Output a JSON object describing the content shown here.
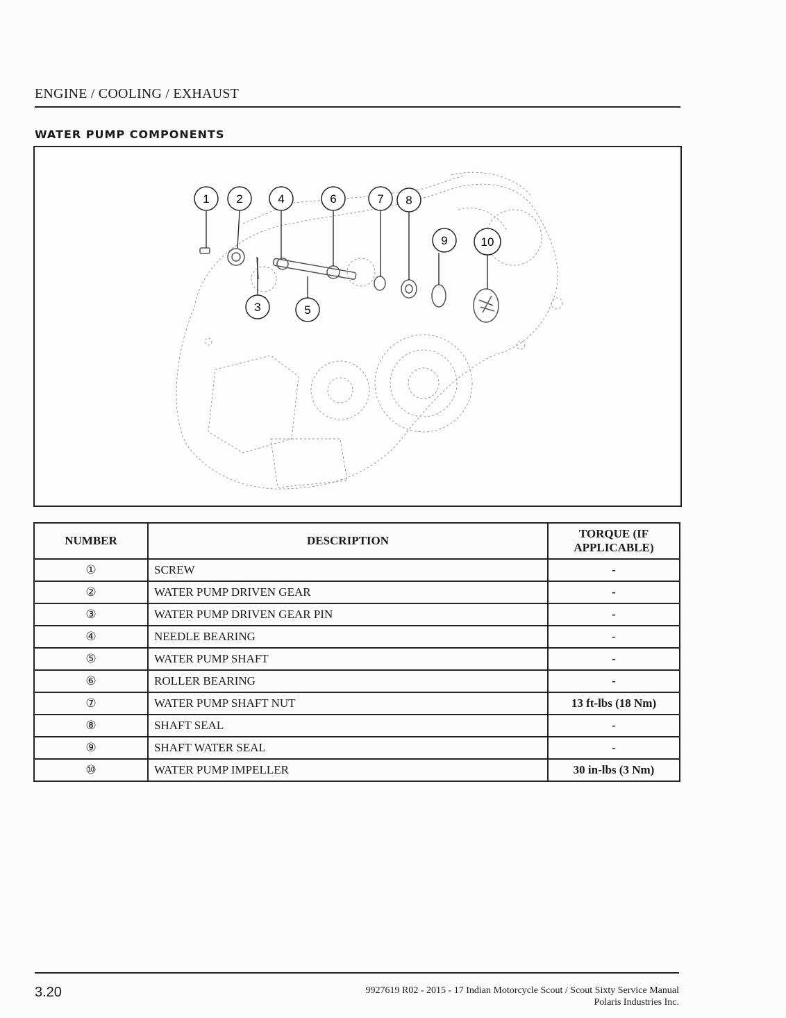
{
  "header": {
    "title": "ENGINE / COOLING / EXHAUST"
  },
  "section": {
    "title": "WATER PUMP COMPONENTS"
  },
  "figure": {
    "callouts": [
      "1",
      "2",
      "3",
      "4",
      "5",
      "6",
      "7",
      "8",
      "9",
      "10"
    ]
  },
  "table": {
    "headers": {
      "number": "NUMBER",
      "description": "DESCRIPTION",
      "torque": "TORQUE (IF APPLICABLE)"
    },
    "rows": [
      {
        "number": "①",
        "description": "SCREW",
        "torque": "-"
      },
      {
        "number": "②",
        "description": "WATER PUMP DRIVEN GEAR",
        "torque": "-"
      },
      {
        "number": "③",
        "description": "WATER PUMP DRIVEN GEAR PIN",
        "torque": "-"
      },
      {
        "number": "④",
        "description": "NEEDLE BEARING",
        "torque": "-"
      },
      {
        "number": "⑤",
        "description": "WATER PUMP SHAFT",
        "torque": "-"
      },
      {
        "number": "⑥",
        "description": "ROLLER BEARING",
        "torque": "-"
      },
      {
        "number": "⑦",
        "description": "WATER PUMP SHAFT NUT",
        "torque": "13 ft-lbs (18 Nm)"
      },
      {
        "number": "⑧",
        "description": "SHAFT SEAL",
        "torque": "-"
      },
      {
        "number": "⑨",
        "description": "SHAFT WATER SEAL",
        "torque": "-"
      },
      {
        "number": "⑩",
        "description": "WATER PUMP IMPELLER",
        "torque": "30 in-lbs (3 Nm)"
      }
    ]
  },
  "footer": {
    "page_number": "3.20",
    "line1": "9927619 R02 - 2015 - 17 Indian Motorcycle Scout / Scout Sixty Service Manual",
    "line2": "Polaris Industries Inc."
  }
}
